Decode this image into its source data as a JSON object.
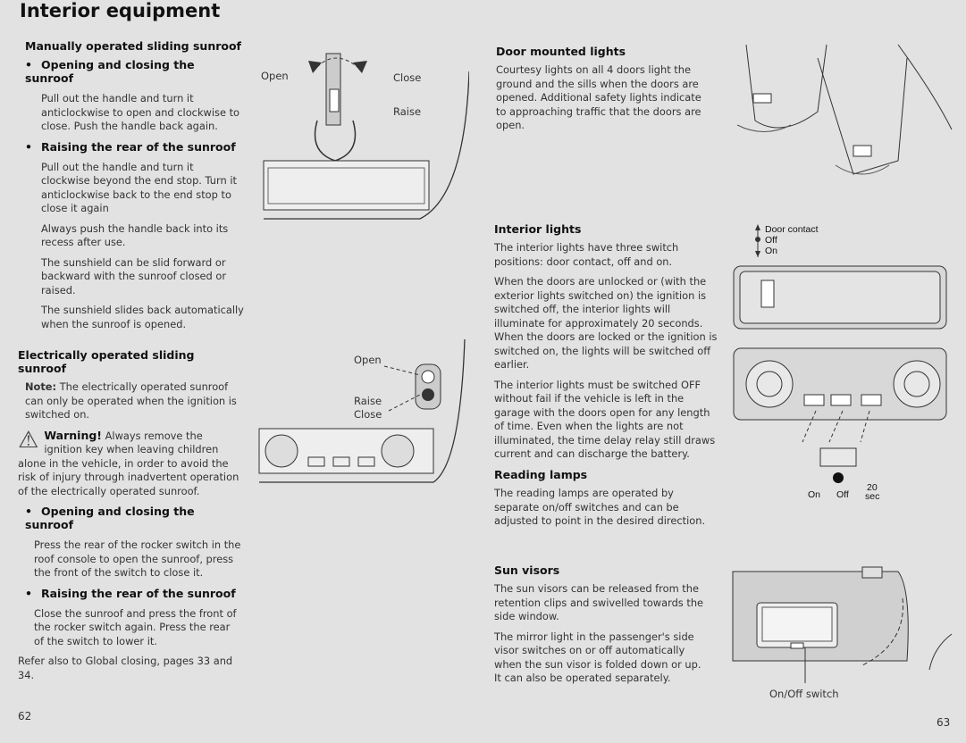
{
  "title": "Interior equipment",
  "left": {
    "manual": {
      "heading": "Manually operated sliding sunroof",
      "b1": "Opening and closing the sunroof",
      "b1_text": "Pull out the handle and turn it anticlockwise to open and clockwise to close. Push the handle back again.",
      "b2": "Raising the rear of the sunroof",
      "b2_text": "Pull out the handle and turn it clockwise beyond the end stop. Turn it anticlockwise back to the end stop to close it again",
      "p3": "Always push the handle back into its recess after use.",
      "p4": "The sunshield can be slid forward or backward with the sunroof closed or raised.",
      "p5": "The sunshield slides back automatically when the sunroof is opened."
    },
    "fig1": {
      "open": "Open",
      "close": "Close",
      "raise": "Raise"
    },
    "electric": {
      "heading": "Electrically operated sliding sunroof",
      "note_label": "Note:",
      "note": "The electrically operated sunroof can only be operated when the ignition is switched on.",
      "warning_label": "Warning!",
      "warning": "Always remove the ignition key when leaving children alone in the vehicle, in order to avoid the risk of injury through inadvertent operation of the electrically operated sunroof.",
      "b1": "Opening and closing the sunroof",
      "b1_text": "Press the rear of the rocker switch in the roof console to open the sunroof, press the front of the switch to close it.",
      "b2": "Raising the rear of the sunroof",
      "b2_text": "Close the sunroof and press the front of the rocker switch again. Press the rear of the switch to lower it.",
      "refer": "Refer also to Global closing, pages 33 and 34."
    },
    "fig2": {
      "open": "Open",
      "raise": "Raise",
      "close": "Close"
    },
    "page": "62"
  },
  "right": {
    "door": {
      "heading": "Door mounted lights",
      "text": "Courtesy lights on all 4 doors light the ground and the sills when the doors are opened. Additional safety lights indicate to approaching traffic that the doors are open."
    },
    "interior": {
      "heading": "Interior lights",
      "p1": "The interior lights have three switch positions: door contact, off and on.",
      "p2": "When the doors are unlocked or (with the exterior lights switched on) the ignition is switched off, the interior lights will illuminate for approximately 20 seconds. When the doors are locked or the ignition is switched on, the lights will be switched off earlier.",
      "p3": "The interior lights must be switched OFF without fail if the vehicle is left in the garage with the doors open for any length of time. Even when the lights are not illuminated, the time delay relay still draws current and can discharge the battery."
    },
    "fig3": {
      "door_contact": "Door contact",
      "off": "Off",
      "on": "On"
    },
    "fig4": {
      "on": "On",
      "off": "Off",
      "sec_num": "20",
      "sec": "sec"
    },
    "reading": {
      "heading": "Reading lamps",
      "text": "The reading lamps are operated by separate on/off switches and can be adjusted to point in the desired direction."
    },
    "visors": {
      "heading": "Sun visors",
      "p1": "The sun visors can be released from the retention clips and swivelled towards the side window.",
      "p2": "The mirror light in the passenger's side visor switches on or off automatically when the sun visor is folded down or up. It can also be operated separately."
    },
    "fig5": {
      "switch": "On/Off switch"
    },
    "page": "63"
  }
}
